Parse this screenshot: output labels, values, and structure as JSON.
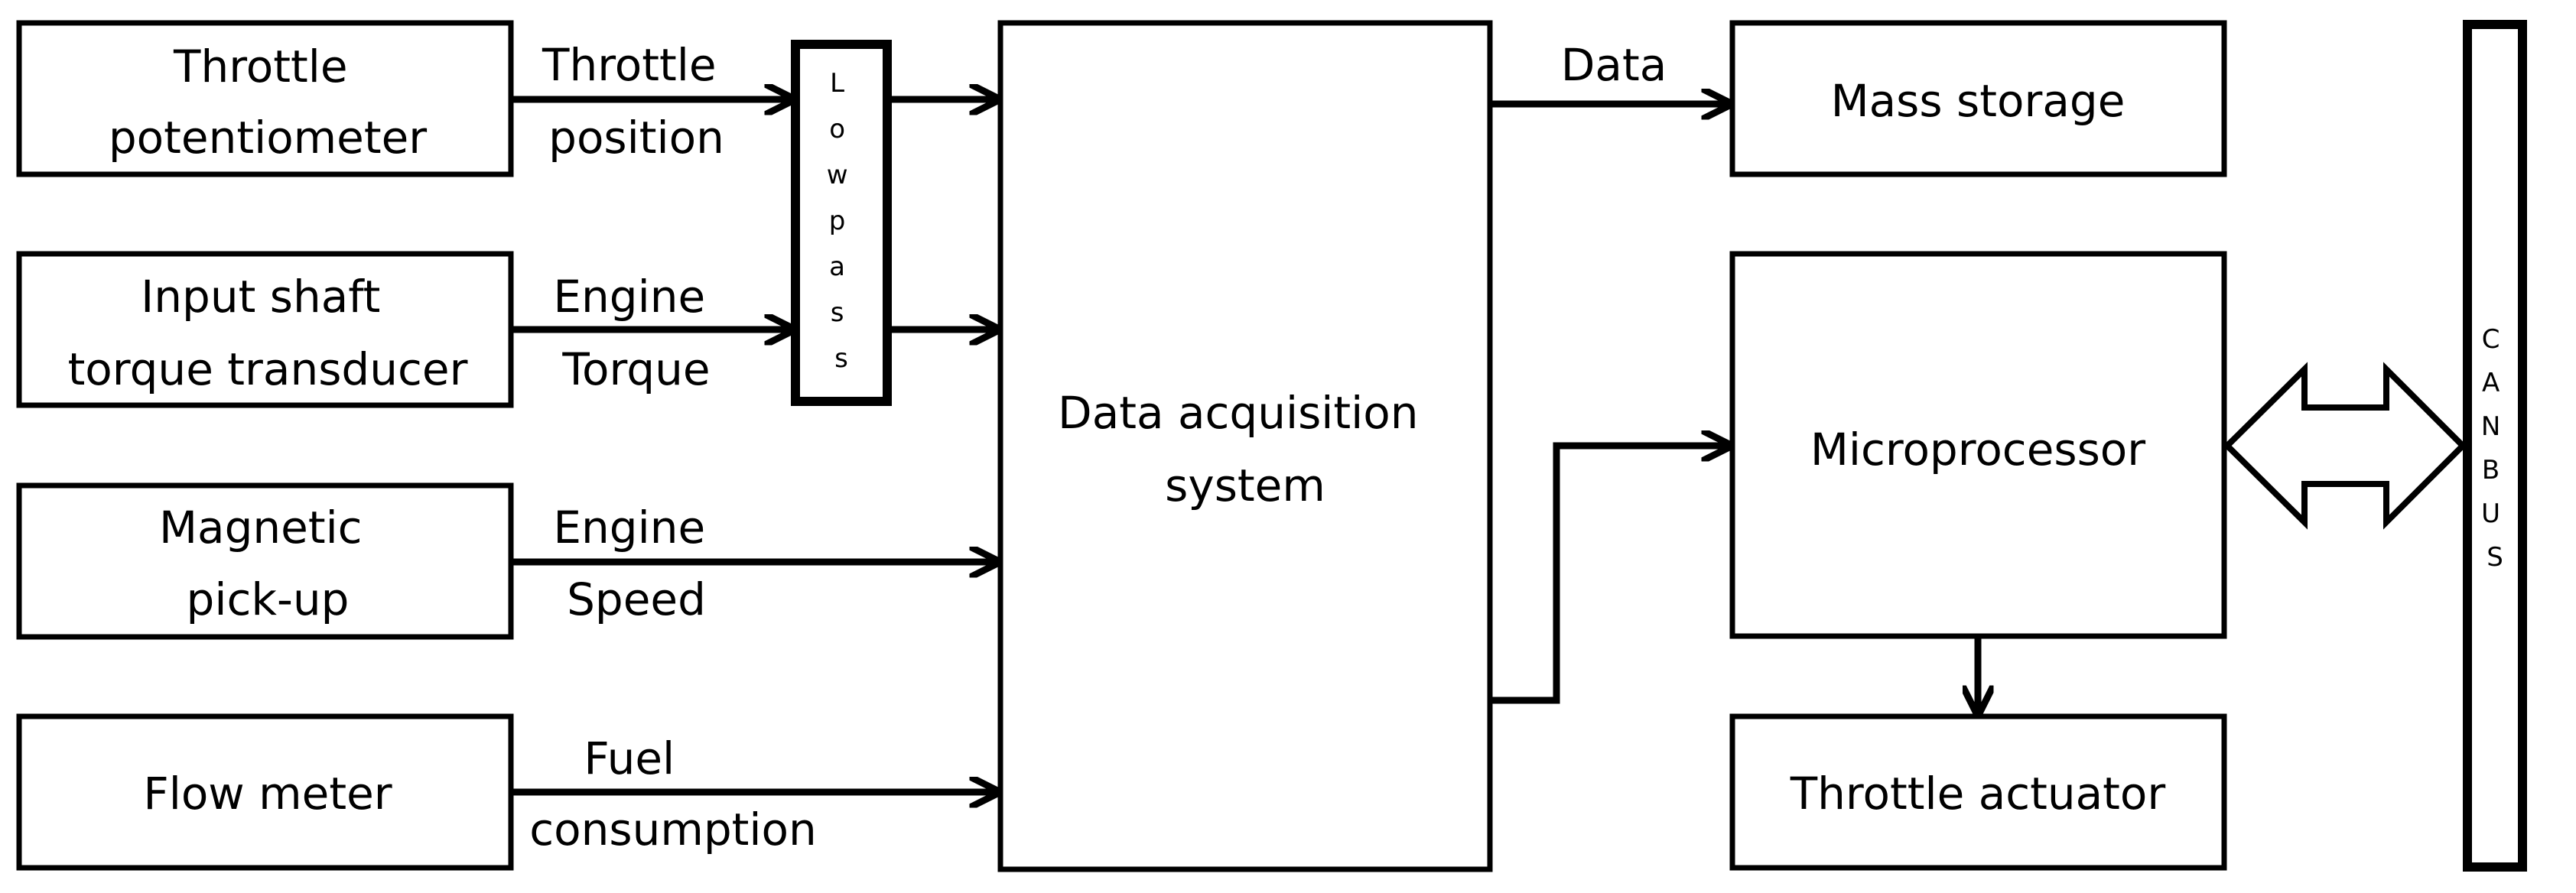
{
  "blocks": {
    "throttle_potentiometer": [
      "Throttle",
      "potentiometer"
    ],
    "input_shaft_torque": [
      "Input shaft",
      "torque transducer"
    ],
    "magnetic_pickup": [
      "Magnetic",
      "pick-up"
    ],
    "flow_meter": [
      "Flow meter"
    ],
    "daq": [
      "Data acquisition",
      "system"
    ],
    "mass_storage": [
      "Mass storage"
    ],
    "microprocessor": [
      "Microprocessor"
    ],
    "throttle_actuator": [
      "Throttle actuator"
    ],
    "lowpass": [
      "L",
      "o",
      "w",
      "p",
      "a",
      "s",
      "s"
    ],
    "canbus": [
      "C",
      "A",
      "N",
      "B",
      "U",
      "S"
    ]
  },
  "signals": {
    "throttle_position": [
      "Throttle",
      "position"
    ],
    "engine_torque": [
      "Engine",
      "Torque"
    ],
    "engine_speed": [
      "Engine",
      "Speed"
    ],
    "fuel_consumption": [
      "Fuel",
      "consumption"
    ],
    "data": [
      "Data"
    ]
  },
  "colors": {
    "stroke": "#000000",
    "fill": "#ffffff"
  }
}
